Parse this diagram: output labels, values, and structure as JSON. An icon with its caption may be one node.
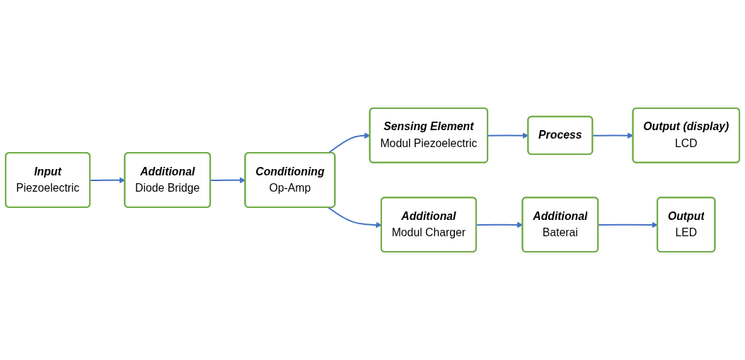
{
  "diagram": {
    "nodes": [
      {
        "text": [
          "Additional",
          "Diode Bridge"
        ]
      },
      {
        "text": [
          "Input",
          "Piezoelectric"
        ]
      },
      {
        "text": [
          "Sensing Element",
          "Modul Piezoelectric"
        ]
      },
      {
        "text": [
          "Process"
        ]
      },
      {
        "text": [
          "Output (display)",
          "LCD"
        ]
      },
      {
        "text": [
          "Conditioning",
          "Op-Amp"
        ]
      },
      {
        "text": [
          "Additional",
          "Modul Charger"
        ]
      },
      {
        "text": [
          "Additional",
          "Baterai"
        ]
      },
      {
        "text": [
          "Output",
          "LED"
        ]
      }
    ],
    "edges": [
      {
        "from": 1,
        "to": 0,
        "arrow": "to"
      },
      {
        "from": 0,
        "to": 5,
        "arrow": "to"
      },
      {
        "from": 5,
        "to": 2,
        "arrow": "to"
      },
      {
        "from": 5,
        "to": 6,
        "arrow": "to"
      },
      {
        "from": 2,
        "to": 3,
        "arrow": "to"
      },
      {
        "from": 3,
        "to": 4,
        "arrow": "to"
      },
      {
        "from": 6,
        "to": 7,
        "arrow": "to"
      },
      {
        "from": 7,
        "to": 8,
        "arrow": "to"
      }
    ]
  }
}
